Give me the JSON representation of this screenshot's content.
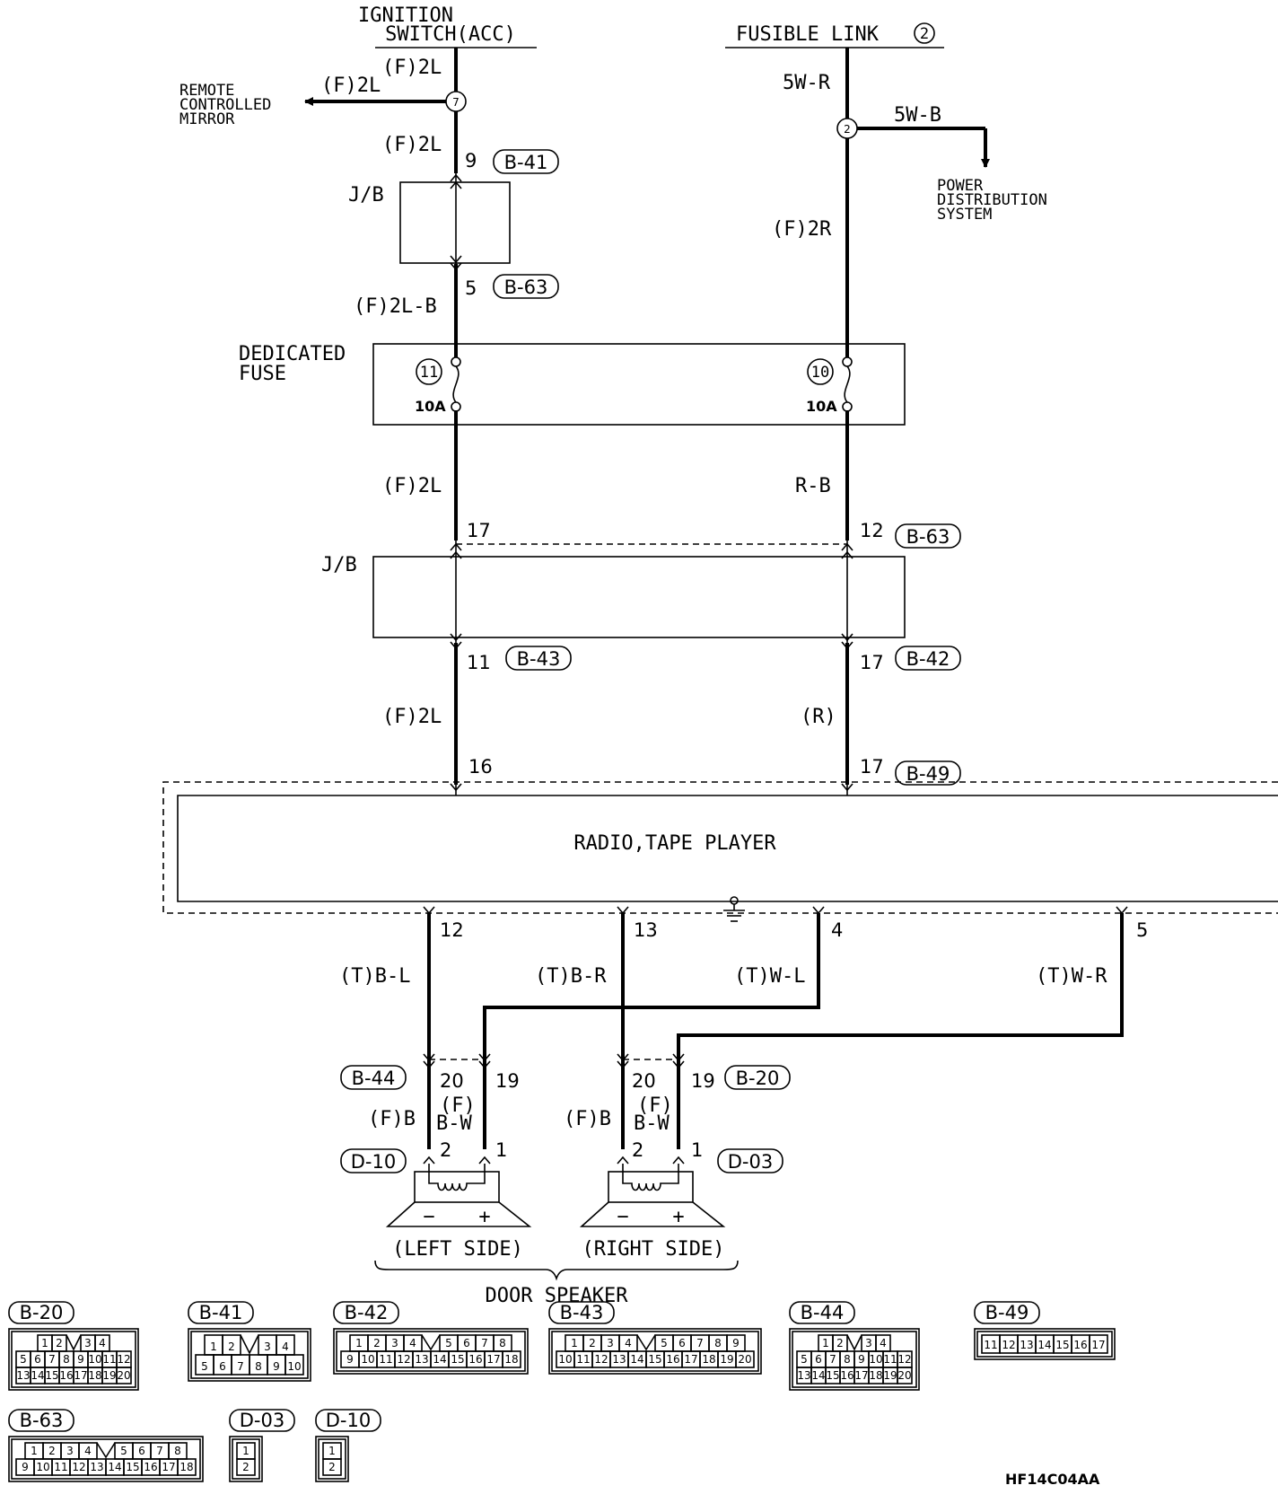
{
  "sources": {
    "ignition_switch": [
      "IGNITION",
      "SWITCH(ACC)"
    ],
    "fusible_link": "FUSIBLE LINK",
    "fusible_link_number": "2"
  },
  "branches": {
    "remote_mirror": [
      "REMOTE",
      "CONTROLLED",
      "MIRROR"
    ],
    "power_distribution": [
      "POWER",
      "DISTRIBUTION",
      "SYSTEM"
    ],
    "splice_left": "7",
    "splice_right": "2"
  },
  "wires": {
    "ign_top": "(F)2L",
    "mirror": "(F)2L",
    "ign_mid": "(F)2L",
    "ign_after_jb": "(F)2L-B",
    "ign_after_fuse": "(F)2L",
    "ign_to_radio": "(F)2L",
    "fl_top": "5W-R",
    "fl_branch": "5W-B",
    "fl_mid": "(F)2R",
    "fl_after_fuse": "R-B",
    "fl_to_radio": "(R)",
    "spk_12": "(T)B-L",
    "spk_13": "(T)B-R",
    "spk_4": "(T)W-L",
    "spk_5": "(T)W-R",
    "left_neg": "(F)B",
    "left_pos_1": "(F)",
    "left_pos_2": "B-W",
    "right_neg": "(F)B",
    "right_pos_1": "(F)",
    "right_pos_2": "B-W"
  },
  "blocks": {
    "jb": "J/B",
    "dedicated_fuse": [
      "DEDICATED",
      "FUSE"
    ],
    "fuse_left_no": "11",
    "fuse_right_no": "10",
    "fuse_left_amp": "10A",
    "fuse_right_amp": "10A",
    "radio": "RADIO,TAPE PLAYER"
  },
  "pins": {
    "jb1_in": "9",
    "jb1_out": "5",
    "jb2_in_l": "17",
    "jb2_in_r": "12",
    "jb2_out_l": "11",
    "jb2_out_r": "17",
    "radio_l": "16",
    "radio_r": "17",
    "radio_12": "12",
    "radio_13": "13",
    "radio_4": "4",
    "radio_5": "5",
    "b44_20": "20",
    "b44_19": "19",
    "b20_20": "20",
    "b20_19": "19",
    "d10_2": "2",
    "d10_1": "1",
    "d03_2": "2",
    "d03_1": "1"
  },
  "connector_tags": {
    "b41": "B-41",
    "b63a": "B-63",
    "b63b": "B-63",
    "b43": "B-43",
    "b42": "B-42",
    "b49": "B-49",
    "b44": "B-44",
    "b20": "B-20",
    "d10": "D-10",
    "d03": "D-03"
  },
  "speakers": {
    "left": "(LEFT SIDE)",
    "right": "(RIGHT SIDE)",
    "group": "DOOR SPEAKER",
    "minus": "−",
    "plus": "+"
  },
  "connector_views": {
    "B-20": {
      "label": "B-20",
      "rows": [
        [
          "1",
          "2",
          "",
          "3",
          "4"
        ],
        [
          "5",
          "6",
          "7",
          "8",
          "9",
          "10",
          "11",
          "12"
        ],
        [
          "13",
          "14",
          "15",
          "16",
          "17",
          "18",
          "19",
          "20"
        ]
      ]
    },
    "B-41": {
      "label": "B-41",
      "rows": [
        [
          "1",
          "2",
          "",
          "3",
          "4"
        ],
        [
          "5",
          "6",
          "7",
          "8",
          "9",
          "10"
        ]
      ]
    },
    "B-42": {
      "label": "B-42",
      "rows": [
        [
          "1",
          "2",
          "3",
          "4",
          "",
          "5",
          "6",
          "7",
          "8"
        ],
        [
          "9",
          "10",
          "11",
          "12",
          "13",
          "14",
          "15",
          "16",
          "17",
          "18"
        ]
      ]
    },
    "B-43": {
      "label": "B-43",
      "rows": [
        [
          "1",
          "2",
          "3",
          "4",
          "",
          "5",
          "6",
          "7",
          "8",
          "9"
        ],
        [
          "10",
          "11",
          "12",
          "13",
          "14",
          "15",
          "16",
          "17",
          "18",
          "19",
          "20"
        ]
      ]
    },
    "B-44": {
      "label": "B-44",
      "rows": [
        [
          "1",
          "2",
          "",
          "3",
          "4"
        ],
        [
          "5",
          "6",
          "7",
          "8",
          "9",
          "10",
          "11",
          "12"
        ],
        [
          "13",
          "14",
          "15",
          "16",
          "17",
          "18",
          "19",
          "20"
        ]
      ]
    },
    "B-49": {
      "label": "B-49",
      "rows": [
        [
          "11",
          "12",
          "13",
          "14",
          "15",
          "16",
          "17"
        ]
      ]
    },
    "B-63": {
      "label": "B-63",
      "rows": [
        [
          "1",
          "2",
          "3",
          "4",
          "",
          "5",
          "6",
          "7",
          "8"
        ],
        [
          "9",
          "10",
          "11",
          "12",
          "13",
          "14",
          "15",
          "16",
          "17",
          "18"
        ]
      ]
    },
    "D-03": {
      "label": "D-03",
      "rows": [
        [
          "1"
        ],
        [
          "2"
        ]
      ]
    },
    "D-10": {
      "label": "D-10",
      "rows": [
        [
          "1"
        ],
        [
          "2"
        ]
      ]
    }
  },
  "figure_code": "HF14C04AA"
}
